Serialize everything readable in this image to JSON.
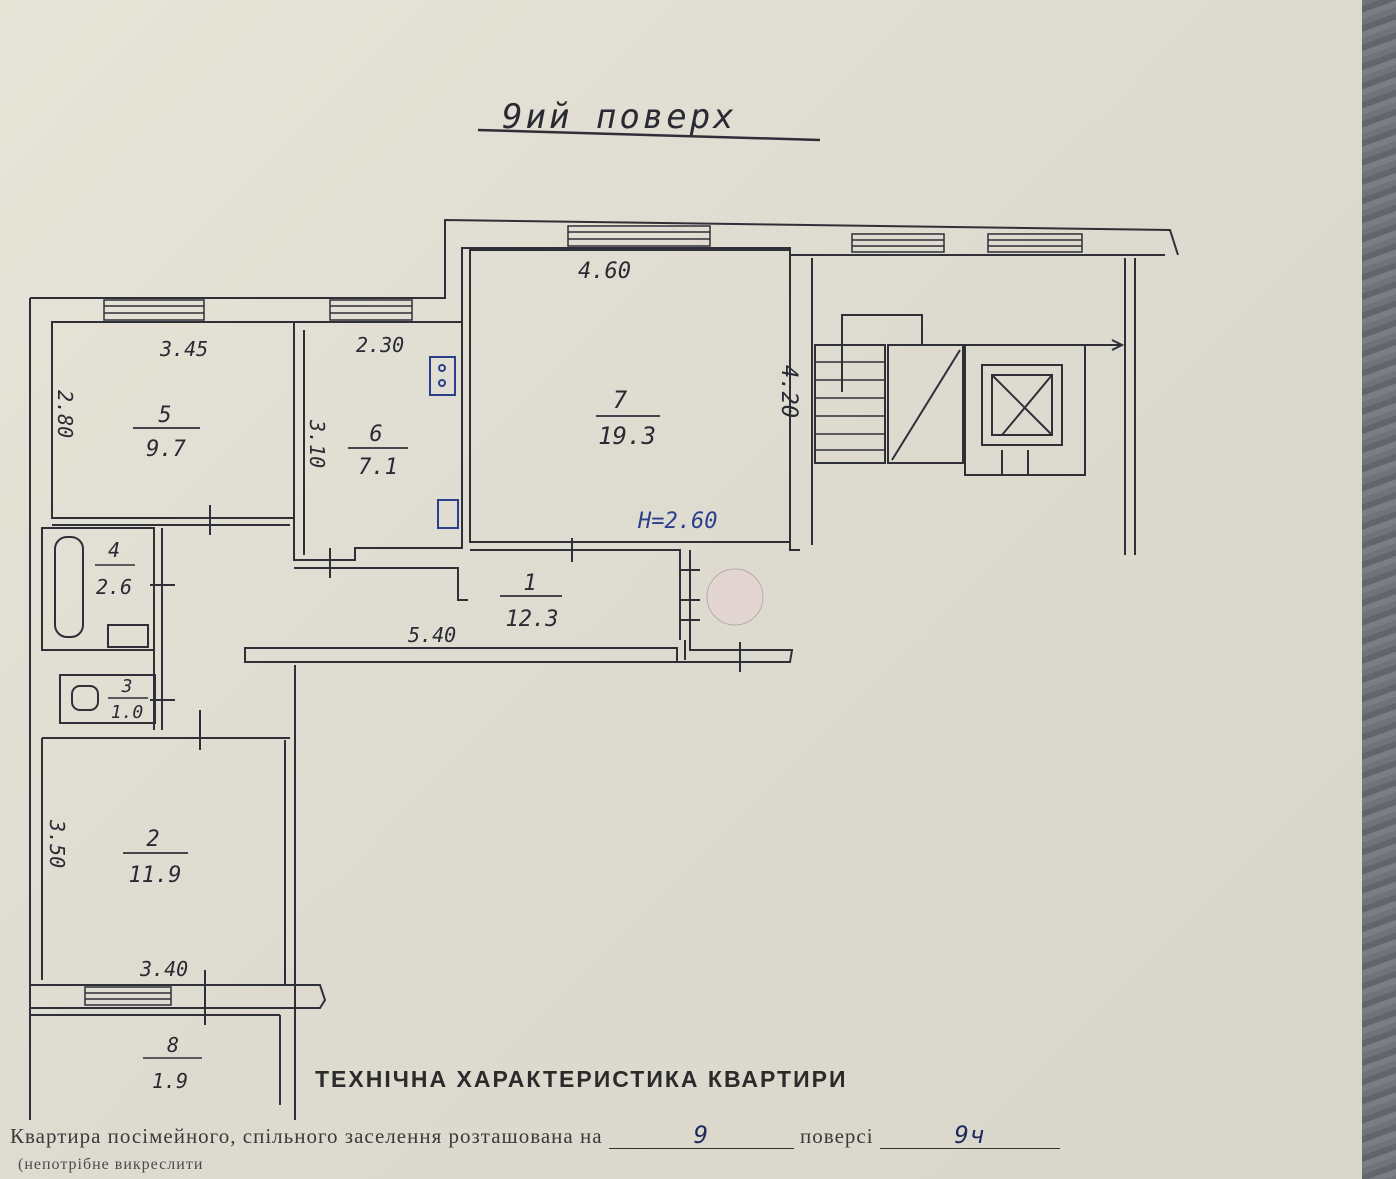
{
  "header": {
    "floor_note": "9ий поверх"
  },
  "rooms": [
    {
      "num": "1",
      "area": "12.3"
    },
    {
      "num": "2",
      "area": "11.9"
    },
    {
      "num": "3",
      "area": "1.0"
    },
    {
      "num": "4",
      "area": "2.6"
    },
    {
      "num": "5",
      "area": "9.7"
    },
    {
      "num": "6",
      "area": "7.1"
    },
    {
      "num": "7",
      "area": "19.3"
    },
    {
      "num": "8",
      "area": "1.9"
    }
  ],
  "dimensions": {
    "room7_width": "4.60",
    "room7_depth": "4.20",
    "ceiling_height": "H=2.60",
    "room5_width": "3.45",
    "room5_depth": "2.80",
    "room6_width": "2.30",
    "room6_depth": "3.10",
    "corridor_length": "5.40",
    "room2_depth": "3.50",
    "room2_width": "3.40"
  },
  "form": {
    "title": "ТЕХНІЧНА ХАРАКТЕРИСТИКА КВАРТИРИ",
    "line_prefix": "Квартира посімейного, спільного заселення розташована на",
    "floor_value": "9",
    "line_mid": "поверсі",
    "storeys_value": "9ч",
    "footnote": "(непотрібне викреслити"
  }
}
